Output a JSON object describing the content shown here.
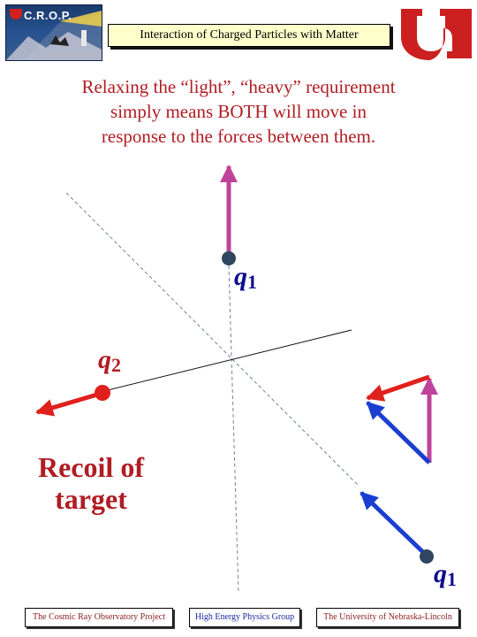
{
  "header": {
    "logo_text": "C.R.O.P.",
    "title": "Interaction of Charged Particles with Matter"
  },
  "headline": {
    "line1": "Relaxing the “light”, “heavy” requirement",
    "line2": "simply means BOTH will move in",
    "line3": "response to the forces between them."
  },
  "labels": {
    "q1_top": {
      "letter": "q",
      "subscript": "1"
    },
    "q2": {
      "letter": "q",
      "subscript": "2"
    },
    "q1_bottom": {
      "letter": "q",
      "subscript": "1"
    },
    "recoil_line1": "Recoil of",
    "recoil_line2": "target"
  },
  "colors": {
    "headline": "#b01d23",
    "q1_label": "#0c0c8c",
    "q2_label": "#b01d23",
    "magenta_arrow": "#c0439a",
    "red_arrow": "#e0201c",
    "blue_arrow": "#1a3fd0",
    "title_box_bg": "#ffffcc",
    "logo_right": "#cc1f1f"
  },
  "footer": {
    "item1": "The Cosmic Ray Observatory Project",
    "item2": "High Energy Physics Group",
    "item3": "The University of Nebraska-Lincoln"
  }
}
